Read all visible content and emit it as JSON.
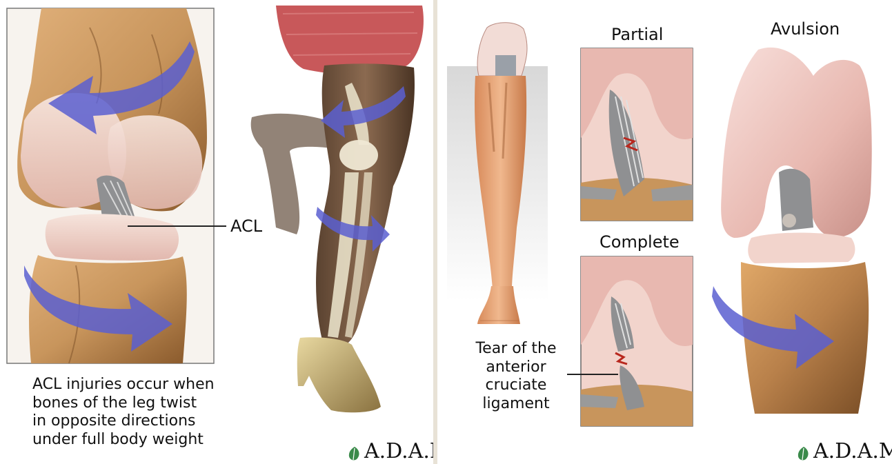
{
  "left": {
    "acl_label": "ACL",
    "caption_lines": [
      "ACL injuries occur when",
      "bones of the leg twist",
      "in opposite directions",
      "under full body weight"
    ],
    "logo": "A.D.A.M."
  },
  "right": {
    "partial_label": "Partial",
    "avulsion_label": "Avulsion",
    "complete_label": "Complete",
    "tear_lines": [
      "Tear of the",
      "anterior",
      "cruciate",
      "ligament"
    ],
    "logo": "A.D.A.M."
  },
  "colors": {
    "bone_tan": "#c8955c",
    "bone_dark": "#8a5a2c",
    "cartilage_pink": "#e8c4bc",
    "arrow_blue": "#5a5fd0",
    "ligament_gray": "#8f9092",
    "tear_red": "#b8281e",
    "skin": "#e6a57a",
    "logo_green": "#3a8a4a"
  }
}
